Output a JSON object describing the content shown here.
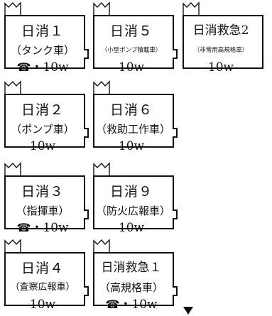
{
  "units": [
    {
      "id": "nisshou-1",
      "name": "日消１",
      "type": "（タンク車）",
      "phone_icon": "telephone-icon",
      "phone_symbol": "☎",
      "separator": "・",
      "power": "10w"
    },
    {
      "id": "nisshou-5",
      "name": "日消５",
      "type": "（小型ポンプ積載車）",
      "power": "10w"
    },
    {
      "id": "nisshou-kyukyu-2",
      "name": "日消救急2",
      "type": "（非常用高規格車）",
      "power": "10w"
    },
    {
      "id": "nisshou-2",
      "name": "日消２",
      "type": "（ポンプ車）",
      "power": "10w"
    },
    {
      "id": "nisshou-6",
      "name": "日消６",
      "type": "（救助工作車）",
      "power": "10w"
    },
    {
      "id": "nisshou-3",
      "name": "日消３",
      "type": "（指揮車）",
      "phone_icon": "telephone-icon",
      "phone_symbol": "☎",
      "separator": "・",
      "power": "10w"
    },
    {
      "id": "nisshou-9",
      "name": "日消９",
      "type": "（防火広報車）",
      "power": "10w"
    },
    {
      "id": "nisshou-4",
      "name": "日消４",
      "type": "（査察広報車）",
      "power": "10w"
    },
    {
      "id": "nisshou-kyukyu-1",
      "name": "日消救急１",
      "type": "（高規格車）",
      "phone_icon": "telephone-icon",
      "phone_symbol": "☎",
      "separator": "・",
      "power": "10w"
    }
  ],
  "colors": {
    "line": "#111111",
    "background": "#ffffff"
  },
  "end_marker_icon": "triangle-down-icon"
}
